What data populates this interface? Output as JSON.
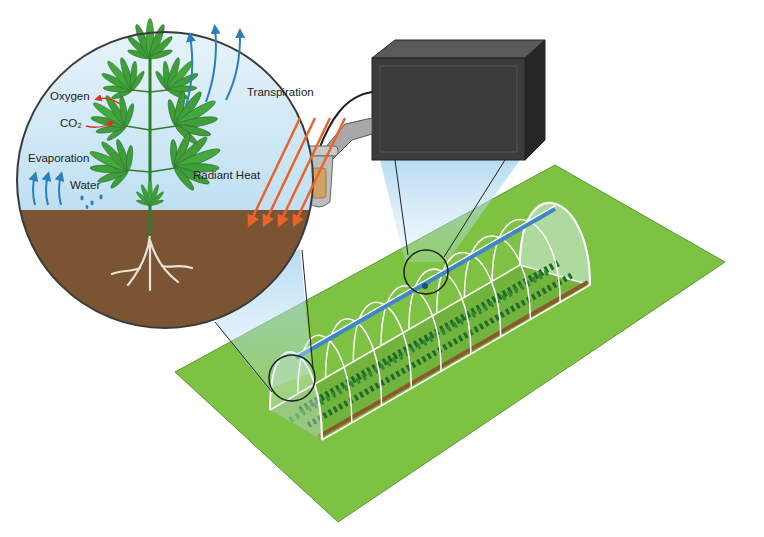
{
  "diagram": {
    "labels": [
      "Oxygen",
      "CO₂",
      "Transpiration",
      "Evaporation",
      "Water",
      "Radiant Heat"
    ]
  }
}
